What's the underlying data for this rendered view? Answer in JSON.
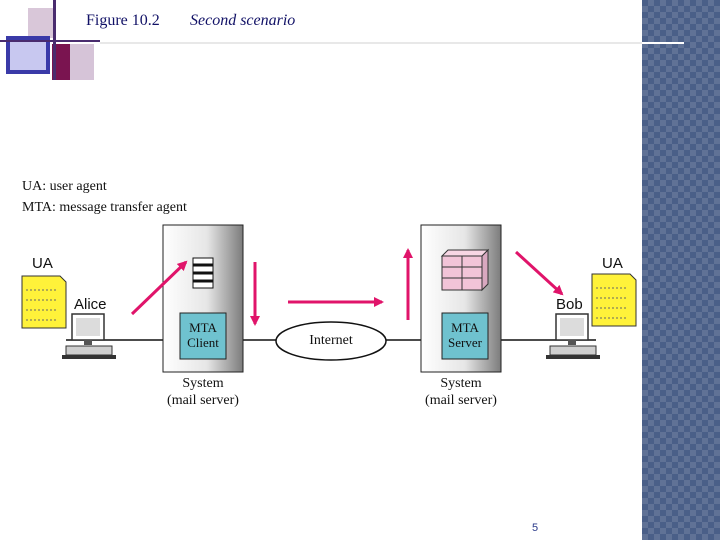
{
  "slide": {
    "figure_label": "Figure 10.2",
    "figure_caption": "Second scenario",
    "page_number": "5"
  },
  "legend": {
    "ua": "UA: user agent",
    "mta": "MTA: message transfer agent"
  },
  "diagram": {
    "left_ua_label": "UA",
    "right_ua_label": "UA",
    "alice": "Alice",
    "bob": "Bob",
    "mta_client_line1": "MTA",
    "mta_client_line2": "Client",
    "mta_server_line1": "MTA",
    "mta_server_line2": "Server",
    "internet": "Internet",
    "left_system_line1": "System",
    "left_system_line2": "(mail server)",
    "right_system_line1": "System",
    "right_system_line2": "(mail server)"
  },
  "colors": {
    "arrow": "#e0146a",
    "server_gradient_dark": "#8a8a8a",
    "mta_box": "#6fc2cf",
    "document": "#fff23a",
    "mailbox": "#f2c4d8",
    "title": "#111166",
    "band": "#4a5f88"
  }
}
